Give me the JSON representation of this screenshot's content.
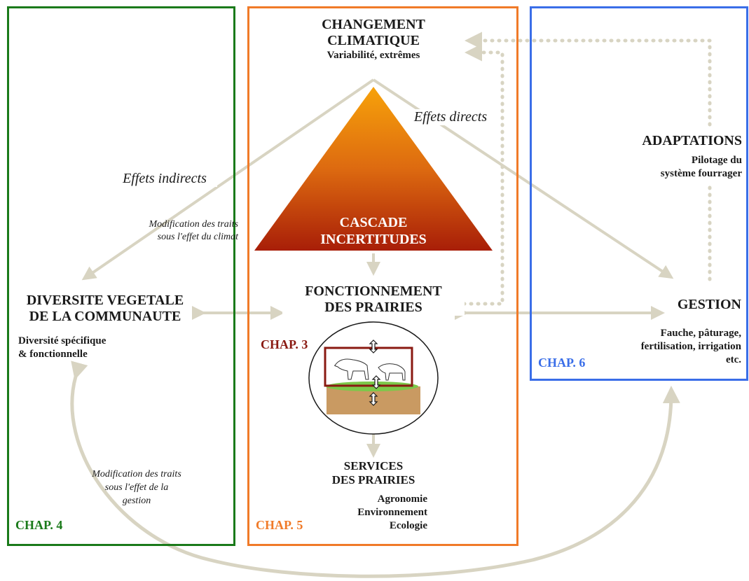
{
  "colors": {
    "green": "#1a7a1a",
    "orange": "#f07a28",
    "blue": "#3a6ee8",
    "arrow": "#d8d4c2",
    "dark_red": "#8a1a12",
    "triangle_top": "#f59a0a",
    "triangle_bottom": "#a81e08"
  },
  "climate": {
    "title_line1": "CHANGEMENT",
    "title_line2": "CLIMATIQUE",
    "subtitle": "Variabilité, extrêmes"
  },
  "direct_effects": "Effets directs",
  "indirect_effects": "Effets indirects",
  "triangle": {
    "line1": "CASCADE",
    "line2": "INCERTITUDES"
  },
  "adaptations": {
    "title": "ADAPTATIONS",
    "line1": "Pilotage du",
    "line2": "système fourrager"
  },
  "climate_traits": {
    "line1": "Modification des traits",
    "line2": "sous l'effet du climat"
  },
  "diversity": {
    "title_line1": "DIVERSITE VEGETALE",
    "title_line2": "DE LA COMMUNAUTE",
    "line1": "Diversité spécifique",
    "line2": "& fonctionnelle"
  },
  "functioning": {
    "line1": "FONCTIONNEMENT",
    "line2": "DES PRAIRIES"
  },
  "management": {
    "title": "GESTION",
    "line1": "Fauche, pâturage,",
    "line2": "fertilisation, irrigation",
    "line3": "etc."
  },
  "services": {
    "line1": "SERVICES",
    "line2": "DES PRAIRIES",
    "item1": "Agronomie",
    "item2": "Environnement",
    "item3": "Ecologie"
  },
  "management_traits": {
    "line1": "Modification des traits",
    "line2": "sous l'effet de la",
    "line3": "gestion"
  },
  "chapters": {
    "chap3": "CHAP. 3",
    "chap4": "CHAP. 4",
    "chap5": "CHAP. 5",
    "chap6": "CHAP. 6"
  }
}
